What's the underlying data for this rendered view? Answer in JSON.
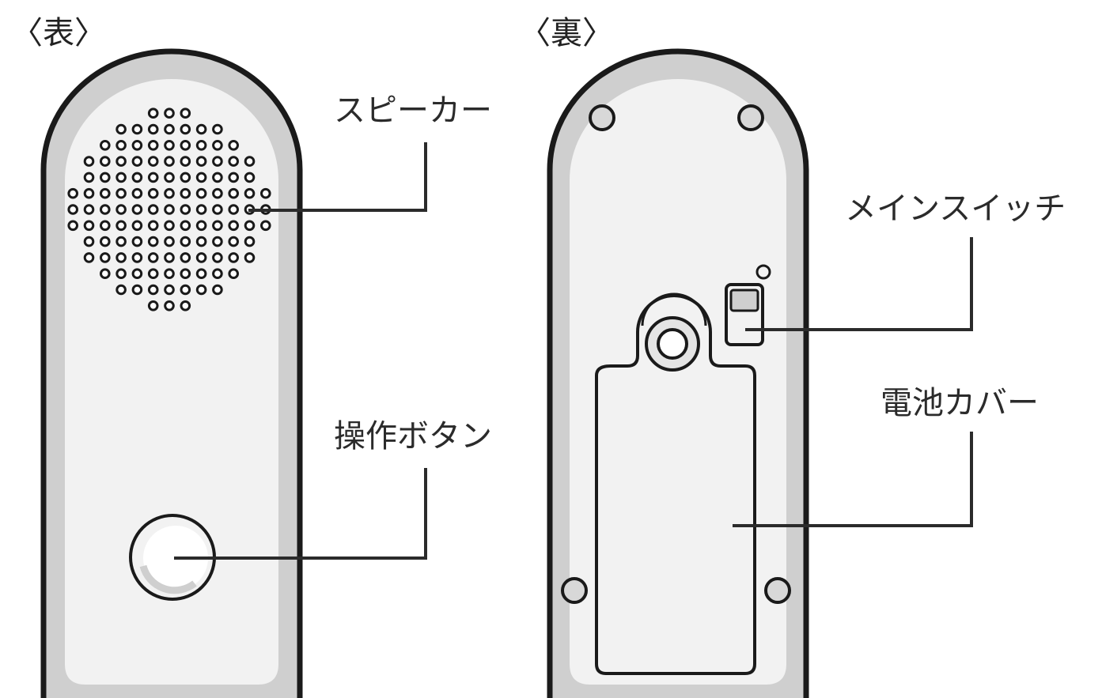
{
  "views": {
    "front_title": "〈表〉",
    "back_title": "〈裏〉"
  },
  "labels": {
    "speaker": "スピーカー",
    "operation_button": "操作ボタン",
    "main_switch": "メインスイッチ",
    "battery_cover": "電池カバー"
  },
  "colors": {
    "outline": "#1a1a1a",
    "body_fill": "#f2f2f2",
    "rim_fill": "#cfcfcf",
    "leader": "#2b2b2b",
    "text": "#2b2b2b"
  }
}
